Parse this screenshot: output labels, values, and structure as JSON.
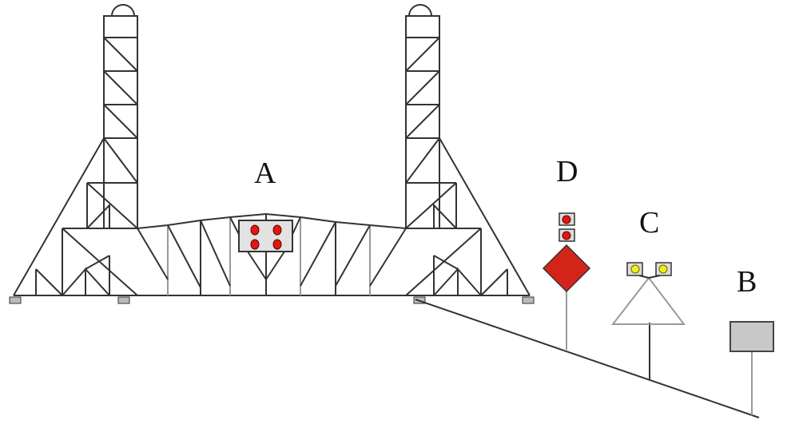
{
  "labels": {
    "a": "A",
    "b": "B",
    "c": "C",
    "d": "D"
  },
  "colors": {
    "red_light": "#dd1a10",
    "yellow_light": "#f2ee1a",
    "diamond": "#d42419",
    "sign_b": "#c8c8c8",
    "panel_a": "#e2e2e2"
  }
}
